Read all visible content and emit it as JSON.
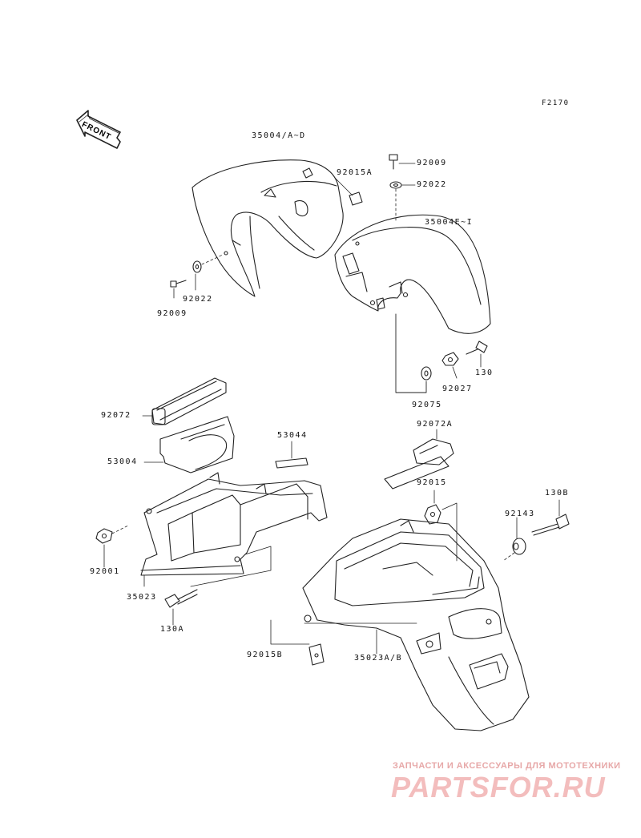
{
  "figure_code": "F2170",
  "front_label": "FRONT",
  "parts": {
    "p35004_a_d": "35004/A~D",
    "p92015a": "92015A",
    "p92009_top": "92009",
    "p92022_top": "92022",
    "p35004_e_i": "35004E~I",
    "p92022_left": "92022",
    "p92009_left": "92009",
    "p130": "130",
    "p92027": "92027",
    "p92075": "92075",
    "p92072": "92072",
    "p53044": "53044",
    "p92072a": "92072A",
    "p53004": "53004",
    "p92015": "92015",
    "p130b": "130B",
    "p92143": "92143",
    "p92001": "92001",
    "p35023": "35023",
    "p130a": "130A",
    "p92015b": "92015B",
    "p35023a_b": "35023A/B"
  },
  "watermark": {
    "tagline": "ЗАПЧАСТИ И АКСЕССУАРЫ ДЛЯ МОТОТЕХНИКИ",
    "logo": "PARTSFOR.RU"
  },
  "colors": {
    "line": "#222222",
    "watermark": "#f2b6b6"
  }
}
